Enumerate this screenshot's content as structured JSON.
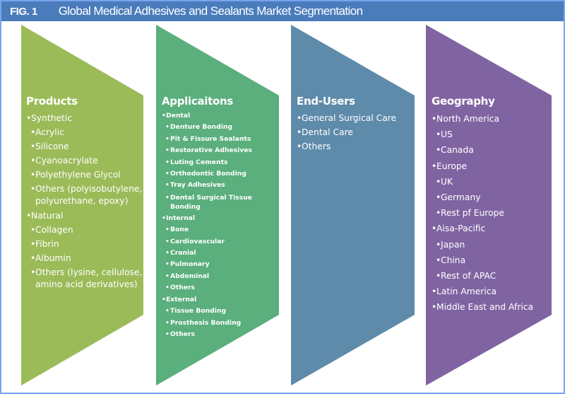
{
  "header": {
    "fig_label": "FIG. 1",
    "title": "Global Medical Adhesives and Sealants Market Segmentation"
  },
  "colors": {
    "header_bg": "#4a7cbc",
    "frame_border": "#78a3ee",
    "products": "#9bbb59",
    "applications": "#5aaf7c",
    "end_users": "#5f8bab",
    "geography": "#8064a2",
    "text": "#ffffff"
  },
  "segments": [
    {
      "title": "Products",
      "items": [
        {
          "level": 1,
          "label": "Synthetic"
        },
        {
          "level": 2,
          "label": "Acrylic"
        },
        {
          "level": 2,
          "label": "Silicone"
        },
        {
          "level": 2,
          "label": "Cyanoacrylate"
        },
        {
          "level": 2,
          "label": "Polyethylene Glycol"
        },
        {
          "level": 2,
          "label": "Others (polyisobutylene, polyurethane, epoxy)"
        },
        {
          "level": 1,
          "label": "Natural"
        },
        {
          "level": 2,
          "label": "Collagen"
        },
        {
          "level": 2,
          "label": "Fibrin"
        },
        {
          "level": 2,
          "label": "Albumin"
        },
        {
          "level": 2,
          "label": "Others (lysine, cellulose, amino acid derivatives)"
        }
      ]
    },
    {
      "title": "Applicaitons",
      "items": [
        {
          "level": 1,
          "label": "Dental"
        },
        {
          "level": 2,
          "label": "Denture Bonding"
        },
        {
          "level": 2,
          "label": "Pit & Fissure Sealants"
        },
        {
          "level": 2,
          "label": "Restorative Adhesives"
        },
        {
          "level": 2,
          "label": "Luting Cements"
        },
        {
          "level": 2,
          "label": "Orthodontic Bonding"
        },
        {
          "level": 2,
          "label": "Tray Adhesives"
        },
        {
          "level": 2,
          "label": "Dental Surgical Tissue Bonding"
        },
        {
          "level": 1,
          "label": "Internal"
        },
        {
          "level": 2,
          "label": "Bone"
        },
        {
          "level": 2,
          "label": "Cardiovascular"
        },
        {
          "level": 2,
          "label": "Cranial"
        },
        {
          "level": 2,
          "label": "Pulmonary"
        },
        {
          "level": 2,
          "label": "Abdominal"
        },
        {
          "level": 2,
          "label": "Others"
        },
        {
          "level": 1,
          "label": "External"
        },
        {
          "level": 2,
          "label": "Tissue Bonding"
        },
        {
          "level": 2,
          "label": "Prosthesis Bonding"
        },
        {
          "level": 2,
          "label": "Others"
        }
      ]
    },
    {
      "title": "End-Users",
      "items": [
        {
          "level": 1,
          "label": "General Surgical Care"
        },
        {
          "level": 1,
          "label": "Dental Care"
        },
        {
          "level": 1,
          "label": "Others"
        }
      ]
    },
    {
      "title": "Geography",
      "items": [
        {
          "level": 1,
          "label": "North America"
        },
        {
          "level": 2,
          "label": "US"
        },
        {
          "level": 2,
          "label": "Canada"
        },
        {
          "level": 1,
          "label": "Europe"
        },
        {
          "level": 2,
          "label": "UK"
        },
        {
          "level": 2,
          "label": "Germany"
        },
        {
          "level": 2,
          "label": "Rest pf Europe"
        },
        {
          "level": 1,
          "label": "Aisa-Pacific"
        },
        {
          "level": 2,
          "label": "Japan"
        },
        {
          "level": 2,
          "label": "China"
        },
        {
          "level": 2,
          "label": "Rest of APAC"
        },
        {
          "level": 1,
          "label": "Latin America"
        },
        {
          "level": 1,
          "label": "Middle East and Africa"
        }
      ]
    }
  ]
}
